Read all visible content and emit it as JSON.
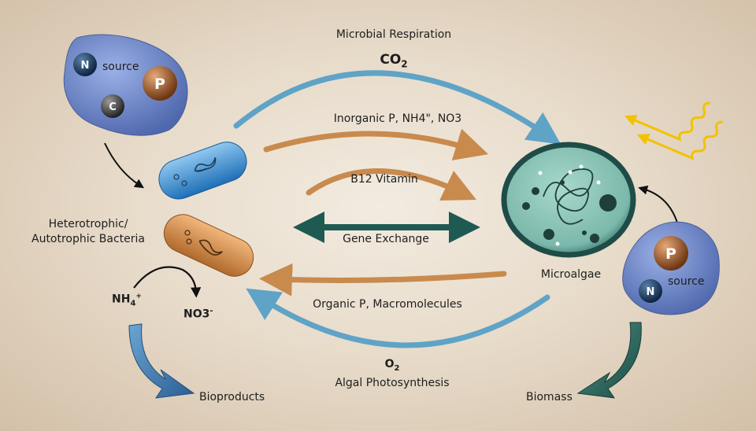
{
  "labels": {
    "microbial_respiration": "Microbial Respiration",
    "co2_main": "CO",
    "co2_sub": "2",
    "inorganic": "Inorganic P, NH4\", NO3",
    "b12": "B12 Vitamin",
    "gene_exchange": "Gene Exchange",
    "organic": "Organic P, Macromolecules",
    "o2_main": "O",
    "o2_sub": "2",
    "algal_photosynthesis": "Algal Photosynthesis",
    "bacteria_line1": "Heterotrophic/",
    "bacteria_line2": "Autotrophic Bacteria",
    "microalgae": "Microalgae",
    "bioproducts": "Bioproducts",
    "biomass": "Biomass",
    "nh4_main": "NH",
    "nh4_sub": "4",
    "nh4_sup": "+",
    "no3_main": "NO3",
    "no3_sup": "-"
  },
  "source_left": {
    "n": "N",
    "p": "P",
    "c": "C",
    "text": "source"
  },
  "source_right": {
    "n": "N",
    "p": "P",
    "text": "source"
  },
  "colors": {
    "blue_arrow": "#5fa3c7",
    "orange_arrow": "#c98a4e",
    "teal_arrow": "#1f5a52",
    "source_blob": "#6b86c8",
    "sun_rays": "#f2c200",
    "algae_fill": "#8ec4b9",
    "algae_rim": "#1f4c47"
  }
}
